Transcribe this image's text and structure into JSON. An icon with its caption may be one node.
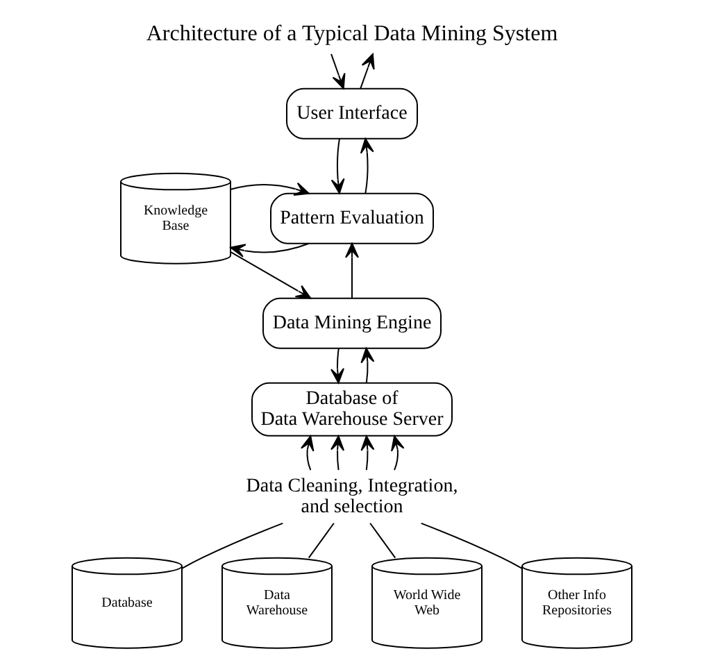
{
  "diagram": {
    "title": "Architecture of a Typical Data Mining System",
    "nodes": [
      {
        "text": [
          "User Interface"
        ]
      },
      {
        "text": [
          "Pattern Evaluation"
        ]
      },
      {
        "text": [
          "Data Mining Engine"
        ]
      },
      {
        "text": [
          "Database of Data Warehouse Server"
        ]
      },
      {
        "text": [
          "Knowledge Base"
        ]
      },
      {
        "text": [
          "Data Cleaning, Integration, and selection"
        ]
      },
      {
        "text": [
          "Database"
        ]
      },
      {
        "text": [
          "Data Warehouse"
        ]
      },
      {
        "text": [
          "World Wide Web"
        ]
      },
      {
        "text": [
          "Other Info Repositories"
        ]
      }
    ],
    "edges": [
      {
        "from": null,
        "to": 0,
        "arrow": "to"
      },
      {
        "from": 0,
        "to": null,
        "arrow": "to"
      },
      {
        "from": 0,
        "to": 1,
        "arrow": "to"
      },
      {
        "from": 1,
        "to": 0,
        "arrow": "to"
      },
      {
        "from": 2,
        "to": 1,
        "arrow": "to"
      },
      {
        "from": 1,
        "to": 4,
        "arrow": "to"
      },
      {
        "from": 4,
        "to": 1,
        "arrow": "to"
      },
      {
        "from": 4,
        "to": 2,
        "arrow": "to"
      },
      {
        "from": 2,
        "to": 3,
        "arrow": "to"
      },
      {
        "from": 3,
        "to": 2,
        "arrow": "to"
      },
      {
        "from": 5,
        "to": 3,
        "arrow": "to"
      },
      {
        "from": 5,
        "to": 3,
        "arrow": "to"
      },
      {
        "from": 5,
        "to": 3,
        "arrow": "to"
      },
      {
        "from": 5,
        "to": 3,
        "arrow": "to"
      },
      {
        "from": 6,
        "to": 5,
        "arrow": "none"
      },
      {
        "from": 7,
        "to": 5,
        "arrow": "none"
      },
      {
        "from": 8,
        "to": 5,
        "arrow": "none"
      },
      {
        "from": 9,
        "to": 5,
        "arrow": "none"
      }
    ]
  }
}
